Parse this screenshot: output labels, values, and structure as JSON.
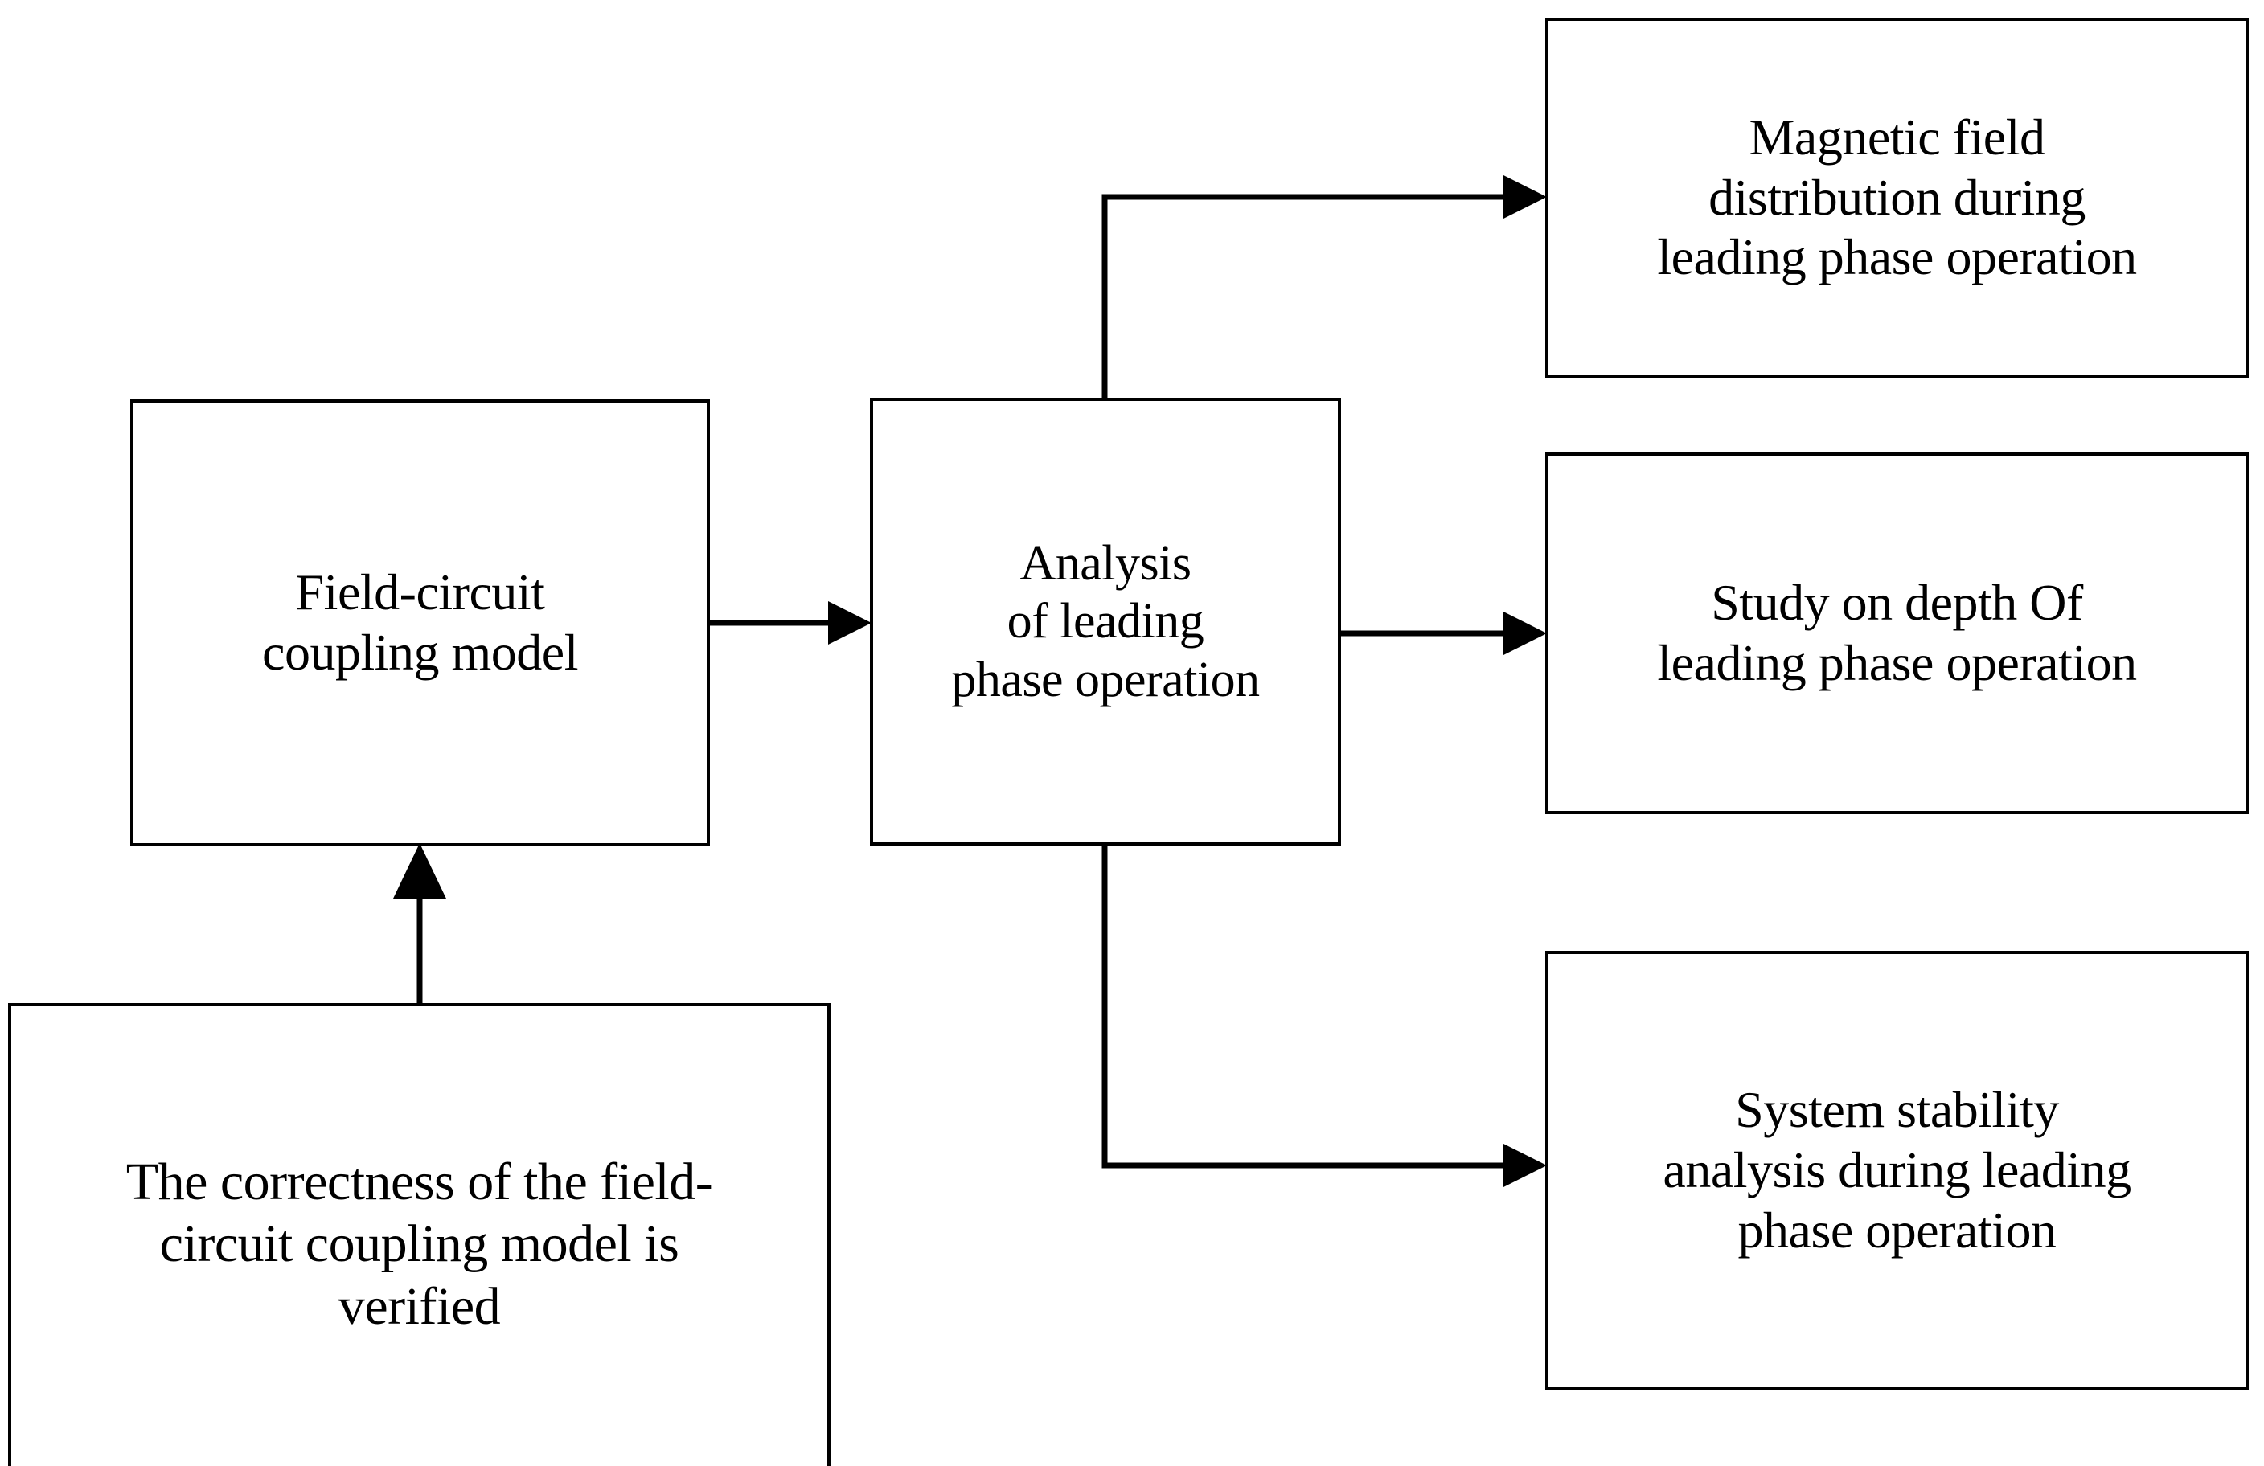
{
  "diagram": {
    "title": "Field-circuit coupling model analysis flowchart",
    "background_color": "#ffffff",
    "stroke_color": "#000000",
    "text_color": "#000000"
  },
  "nodes": {
    "field_circuit_model": {
      "label": "Field-circuit\ncoupling model",
      "id": "field-circuit-coupling-model"
    },
    "model_verified": {
      "label": "The correctness of the field-\ncircuit coupling model is\nverified",
      "id": "correctness-verified"
    },
    "analysis": {
      "label": "Analysis\nof leading\nphase operation",
      "id": "analysis-of-leading-phase-operation"
    },
    "magnetic_field": {
      "label": "Magnetic field\ndistribution during\nleading phase operation",
      "id": "magnetic-field-distribution"
    },
    "depth_study": {
      "label": "Study on depth Of\nleading phase operation",
      "id": "study-on-depth-of-leading-phase-operation"
    },
    "system_stability": {
      "label": "System stability\nanalysis during leading\nphase operation",
      "id": "system-stability-analysis"
    }
  },
  "edges": [
    {
      "name": "edge-verified-to-model",
      "from": "model_verified",
      "to": "field_circuit_model",
      "direction": "up",
      "arrowhead": true
    },
    {
      "name": "edge-model-to-analysis",
      "from": "field_circuit_model",
      "to": "analysis",
      "direction": "right",
      "arrowhead": true
    },
    {
      "name": "edge-analysis-to-magnetic-field",
      "from": "analysis",
      "to": "magnetic_field",
      "direction": "up-then-right",
      "arrowhead": true
    },
    {
      "name": "edge-analysis-to-depth-study",
      "from": "analysis",
      "to": "depth_study",
      "direction": "right",
      "arrowhead": true
    },
    {
      "name": "edge-analysis-to-system-stability",
      "from": "analysis",
      "to": "system_stability",
      "direction": "down-then-right",
      "arrowhead": true
    }
  ]
}
